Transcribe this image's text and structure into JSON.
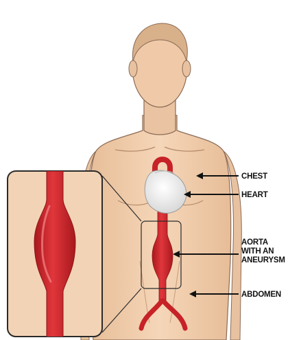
{
  "labels": {
    "chest": "CHEST",
    "heart": "HEART",
    "aorta_line1": "AORTA",
    "aorta_line2": "WITH AN",
    "aorta_line3": "ANEURYSM",
    "abdomen": "ABDOMEN"
  },
  "colors": {
    "skin": "#f2d0b0",
    "skin_shadow": "#dcb08c",
    "outline": "#4a3a30",
    "aorta": "#d42a30",
    "aorta_dark": "#9e1a1e",
    "heart": "#f4f4f4",
    "inset_bg": "#f3d3b6",
    "arrow": "#111111"
  },
  "icons": {
    "heart": "heart-organ-icon",
    "aorta": "aorta-vessel-icon",
    "arrow": "pointer-arrow-icon"
  }
}
